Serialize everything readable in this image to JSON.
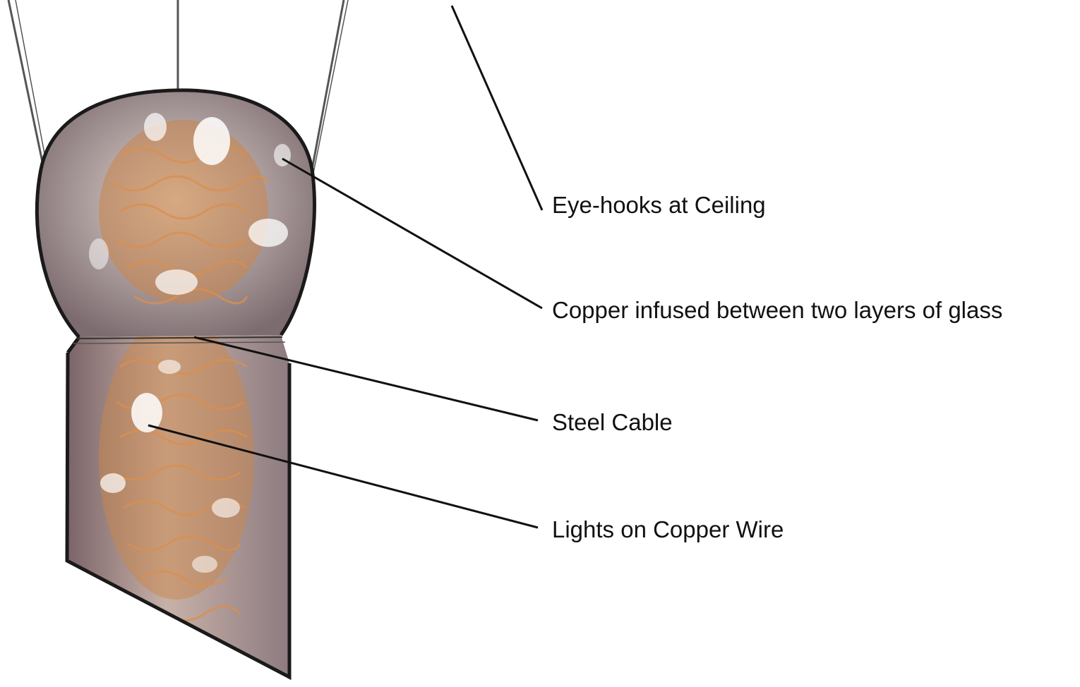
{
  "callouts": {
    "eye_hooks": "Eye-hooks at Ceiling",
    "copper_infused": "Copper infused between two layers of glass",
    "steel_cable": "Steel Cable",
    "lights": "Lights on Copper Wire"
  },
  "colors": {
    "outline": "#1a1a1a",
    "glass": "#a99da0",
    "copper": "#c9854a",
    "highlight": "#ffffff",
    "cable": "#555555"
  }
}
